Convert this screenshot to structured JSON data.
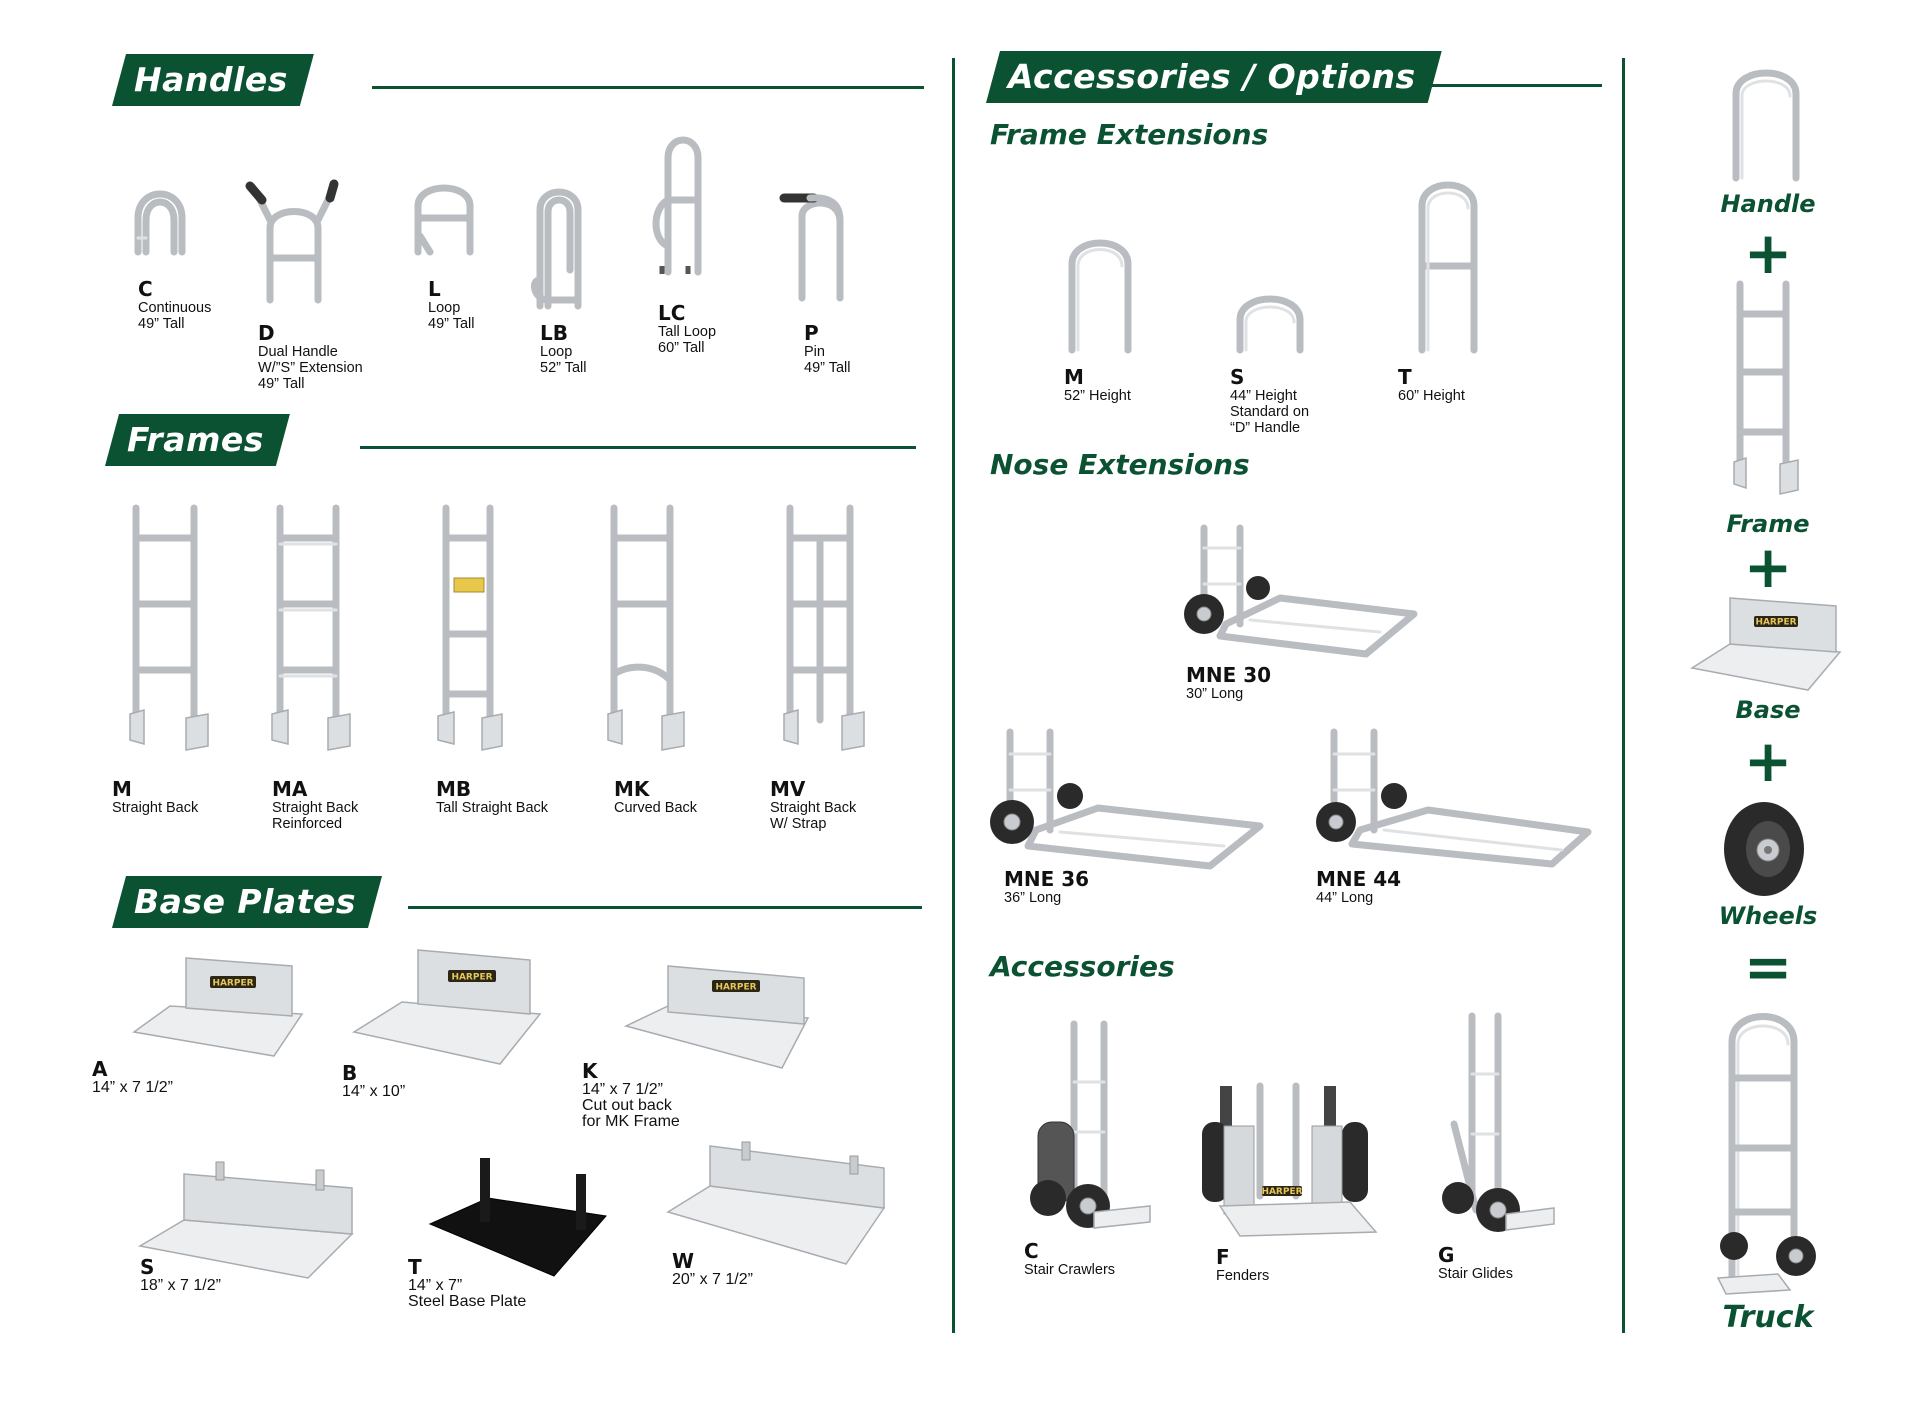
{
  "sections": {
    "handles": "Handles",
    "frames": "Frames",
    "base_plates": "Base Plates",
    "accessories_options": "Accessories / Options",
    "frame_extensions": "Frame Extensions",
    "nose_extensions": "Nose Extensions",
    "accessories": "Accessories"
  },
  "handles": [
    {
      "code": "C",
      "desc": "Continuous\n49” Tall"
    },
    {
      "code": "D",
      "desc": "Dual Handle\nW/”S” Extension\n49” Tall"
    },
    {
      "code": "L",
      "desc": "Loop\n49” Tall"
    },
    {
      "code": "LB",
      "desc": "Loop\n52” Tall"
    },
    {
      "code": "LC",
      "desc": "Tall Loop\n60” Tall"
    },
    {
      "code": "P",
      "desc": "Pin\n49” Tall"
    }
  ],
  "frames": [
    {
      "code": "M",
      "desc": "Straight Back"
    },
    {
      "code": "MA",
      "desc": "Straight Back\nReinforced"
    },
    {
      "code": "MB",
      "desc": "Tall Straight Back"
    },
    {
      "code": "MK",
      "desc": "Curved Back"
    },
    {
      "code": "MV",
      "desc": "Straight Back\nW/ Strap"
    }
  ],
  "base_plates": [
    {
      "code": "A",
      "desc": "14” x 7 1/2”"
    },
    {
      "code": "B",
      "desc": "14” x 10”"
    },
    {
      "code": "K",
      "desc": "14” x 7 1/2”\nCut out back\nfor MK Frame"
    },
    {
      "code": "S",
      "desc": "18” x  7 1/2”"
    },
    {
      "code": "T",
      "desc": "14” x 7”\nSteel Base Plate"
    },
    {
      "code": "W",
      "desc": "20” x 7 1/2”"
    }
  ],
  "frame_extensions": [
    {
      "code": "M",
      "desc": "52” Height"
    },
    {
      "code": "S",
      "desc": "44” Height\nStandard on\n“D” Handle"
    },
    {
      "code": "T",
      "desc": "60” Height"
    }
  ],
  "nose_extensions": [
    {
      "code": "MNE 30",
      "desc": "30” Long"
    },
    {
      "code": "MNE 36",
      "desc": "36” Long"
    },
    {
      "code": "MNE 44",
      "desc": "44” Long"
    }
  ],
  "accessories": [
    {
      "code": "C",
      "desc": "Stair Crawlers"
    },
    {
      "code": "F",
      "desc": "Fenders"
    },
    {
      "code": "G",
      "desc": "Stair Glides"
    }
  ],
  "build": {
    "handle": "Handle",
    "frame": "Frame",
    "base": "Base",
    "wheels": "Wheels",
    "truck": "Truck",
    "plus": "+",
    "equals": "="
  },
  "brand_logo_text": "HARPER",
  "colors": {
    "accent": "#0b5232",
    "metal": "#b9bdc1"
  },
  "icons": [
    "handle-image",
    "frame-image",
    "base-plate-image",
    "wheel-image",
    "hand-truck-image"
  ]
}
